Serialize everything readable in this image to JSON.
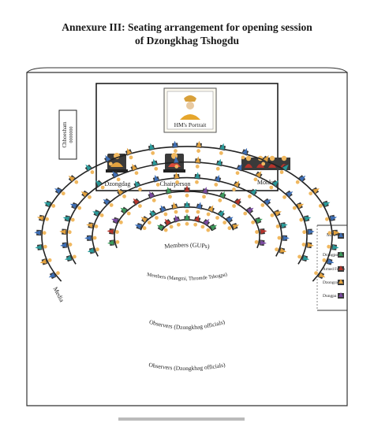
{
  "title": {
    "line1": "Annexure III: Seating arrangement for opening session",
    "line2": "of Dzongkhag Tshogdu"
  },
  "dais": {
    "portrait_label": "HM's Portrait",
    "dzongdag_label": "Dzongdag",
    "chairperson_label": "Chairperson",
    "monks_label": "Monks"
  },
  "side_box": {
    "title": "Chhoesham",
    "subtitle": "0000000"
  },
  "rows": {
    "members_gups": "Members (GUPs)",
    "members_mangmis": "Members (Mangmi, Thromde Tshogpa)",
    "observers_inner": "Observers (Dzongkhag officials)",
    "observers_outer": "Observers (Dzongkhag officials)",
    "media": "Media"
  },
  "legend": {
    "items": [
      "MPs",
      "Drangpon",
      "Armed Forces",
      "Dzongrab",
      "Dungpa"
    ]
  },
  "colors": {
    "frame": "#333333",
    "chair": "#3a3a3a",
    "robe_red": "#b5332b",
    "robe_orange": "#e2a23f",
    "robe_maroon": "#8a2a2a",
    "gown_green": "#3c9a5c",
    "gown_blue": "#3e6fb6",
    "gown_purple": "#7a4aa0",
    "gown_teal": "#2a9a9a",
    "skin": "#e8c9a0",
    "head": "#f0b860"
  }
}
